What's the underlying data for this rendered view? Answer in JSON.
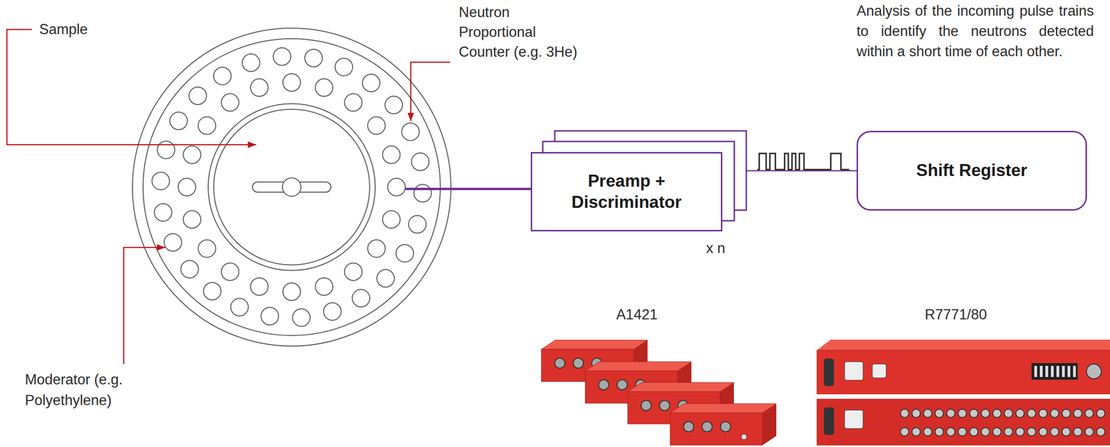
{
  "diagram": {
    "nodes": [
      {
        "text": [
          "Preamp + Discriminator"
        ]
      },
      {
        "text": [
          "Shift Register"
        ]
      }
    ],
    "edges": [
      {
        "from": 0,
        "to": 1,
        "arrow": "none"
      }
    ],
    "labels": [
      "Sample",
      "Neutron Proportional Counter (e.g. 3He)",
      "Moderator (e.g. Polyethylene)",
      "Analysis of the incoming pulse trains to identify the neutrons detected within a short time of each other.",
      "x n",
      "A1421",
      "R7771/80"
    ]
  }
}
